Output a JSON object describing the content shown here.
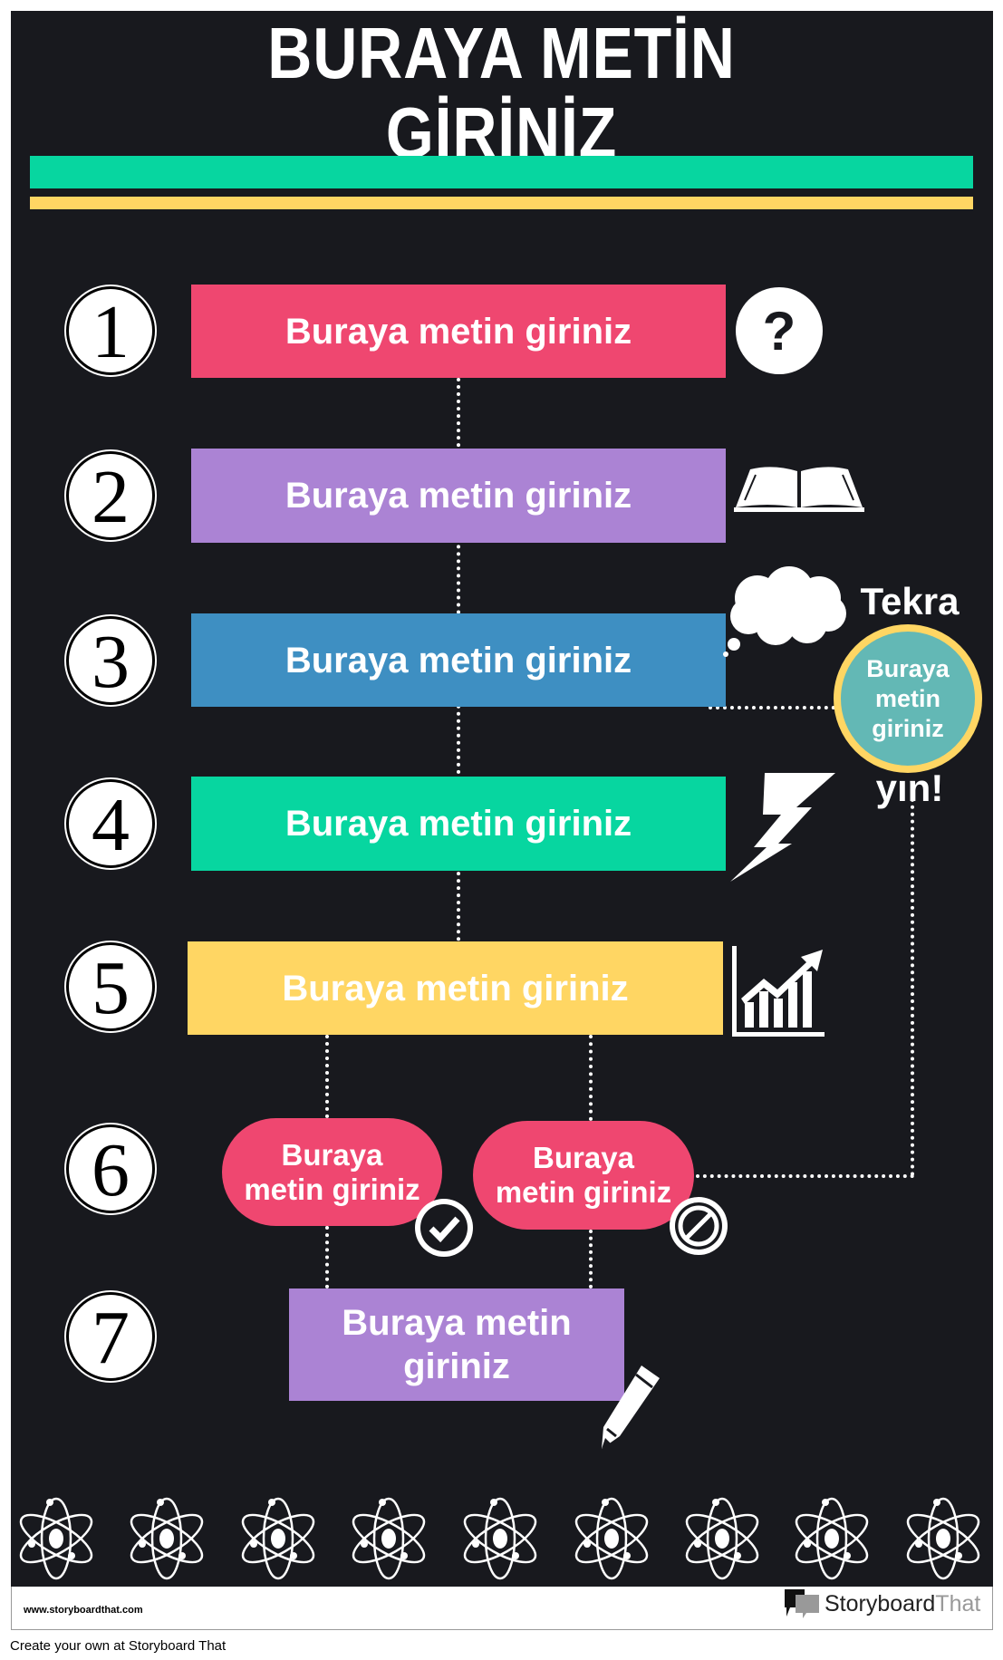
{
  "title": {
    "line1": "BURAYA METİN",
    "line2": "GİRİNİZ"
  },
  "colors": {
    "background": "#18191e",
    "pink": "#ef4770",
    "purple": "#ab83d4",
    "blue": "#3e8fc2",
    "green": "#07d6a0",
    "yellow": "#ffd663",
    "teal": "#63b8b5"
  },
  "steps": [
    {
      "number": "1",
      "text": "Buraya metin giriniz",
      "icon": "question-icon"
    },
    {
      "number": "2",
      "text": "Buraya metin giriniz",
      "icon": "book-icon"
    },
    {
      "number": "3",
      "text": "Buraya metin giriniz",
      "icon": "thought-cloud-icon"
    },
    {
      "number": "4",
      "text": "Buraya metin giriniz",
      "icon": "lightning-icon"
    },
    {
      "number": "5",
      "text": "Buraya metin giriniz",
      "icon": "growth-chart-icon"
    },
    {
      "number": "6",
      "options": [
        {
          "text": "Buraya metin giriniz",
          "icon": "check-icon"
        },
        {
          "text": "Buraya metin giriniz",
          "icon": "ban-icon"
        }
      ]
    },
    {
      "number": "7",
      "text": "Buraya metin giriniz",
      "icon": "pencil-icon"
    }
  ],
  "repeat": {
    "top": "Tekra",
    "bottom": "yın!",
    "circle_text": "Buraya metin giriniz"
  },
  "footer": {
    "url": "www.storyboardthat.com",
    "logo_a": "Storyboard",
    "logo_b": "That",
    "credit": "Create your own at Storyboard That"
  }
}
